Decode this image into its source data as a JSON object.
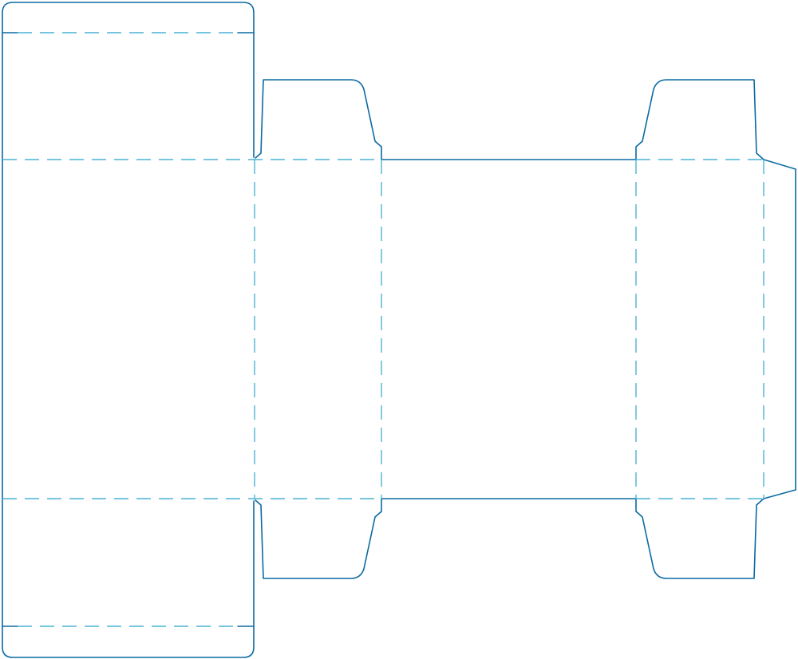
{
  "diagram": {
    "kind": "box dieline",
    "colors": {
      "cut_line": "#0b6aa2",
      "fold_line": "#4ab3d6",
      "background": "#ffffff"
    },
    "line_types": [
      "cut",
      "fold"
    ]
  }
}
